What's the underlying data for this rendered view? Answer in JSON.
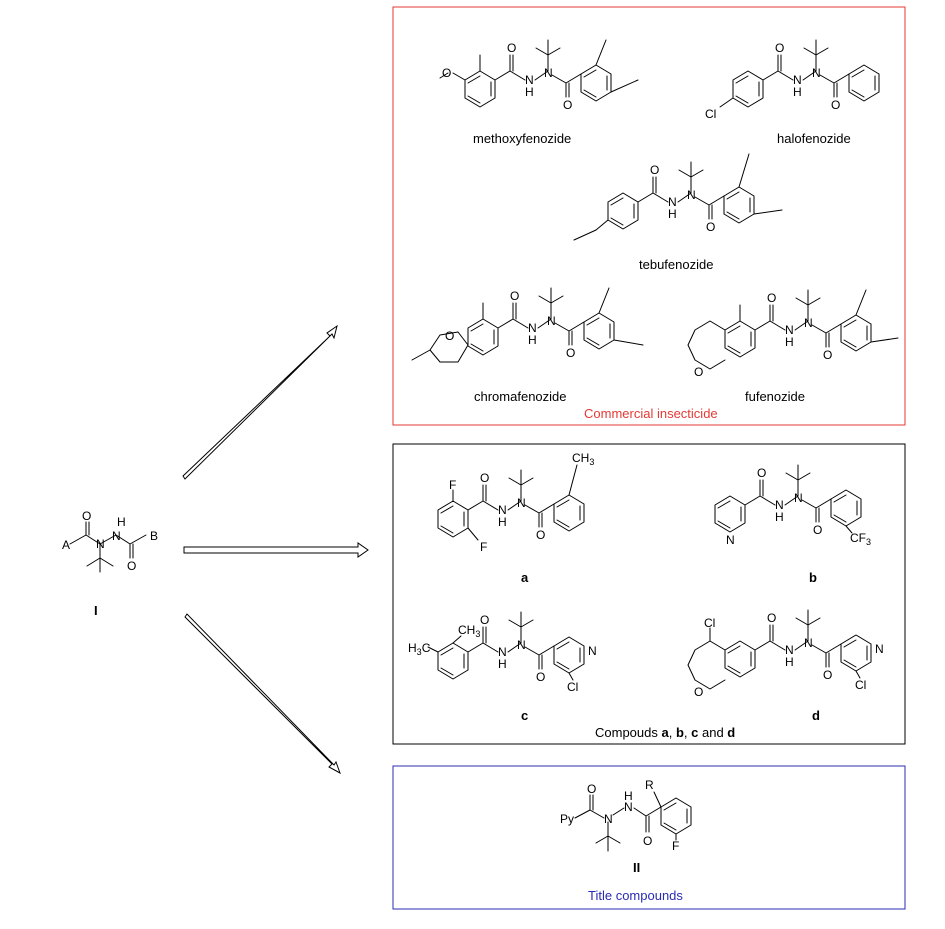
{
  "colors": {
    "commercial_box": "#e53935",
    "commercial_caption": "#e53935",
    "compounds_box": "#000000",
    "title_box": "#2b2bb3",
    "title_caption": "#2b2bb3"
  },
  "scaffold": {
    "label": "I",
    "A": "A",
    "B": "B",
    "N": "N",
    "H": "H",
    "O": "O"
  },
  "commercial": {
    "caption": "Commercial insecticide",
    "names": [
      "methoxyfenozide",
      "halofenozide",
      "tebufenozide",
      "chromafenozide",
      "fufenozide"
    ]
  },
  "compounds": {
    "labels": [
      "a",
      "b",
      "c",
      "d"
    ],
    "caption_prefix": "Compouds ",
    "caption_a": "a",
    "caption_sep1": ", ",
    "caption_b": "b",
    "caption_sep2": ", ",
    "caption_c": "c",
    "caption_and": " and ",
    "caption_d": "d"
  },
  "title_compounds": {
    "label": "II",
    "caption": "Title compounds",
    "Py": "Py",
    "R": "R",
    "F": "F"
  },
  "atoms": {
    "F": "F",
    "Cl": "Cl",
    "CH3": "CH",
    "H3C": "H",
    "CF3": "CF",
    "N": "N",
    "O": "O",
    "H": "H",
    "three": "3"
  }
}
